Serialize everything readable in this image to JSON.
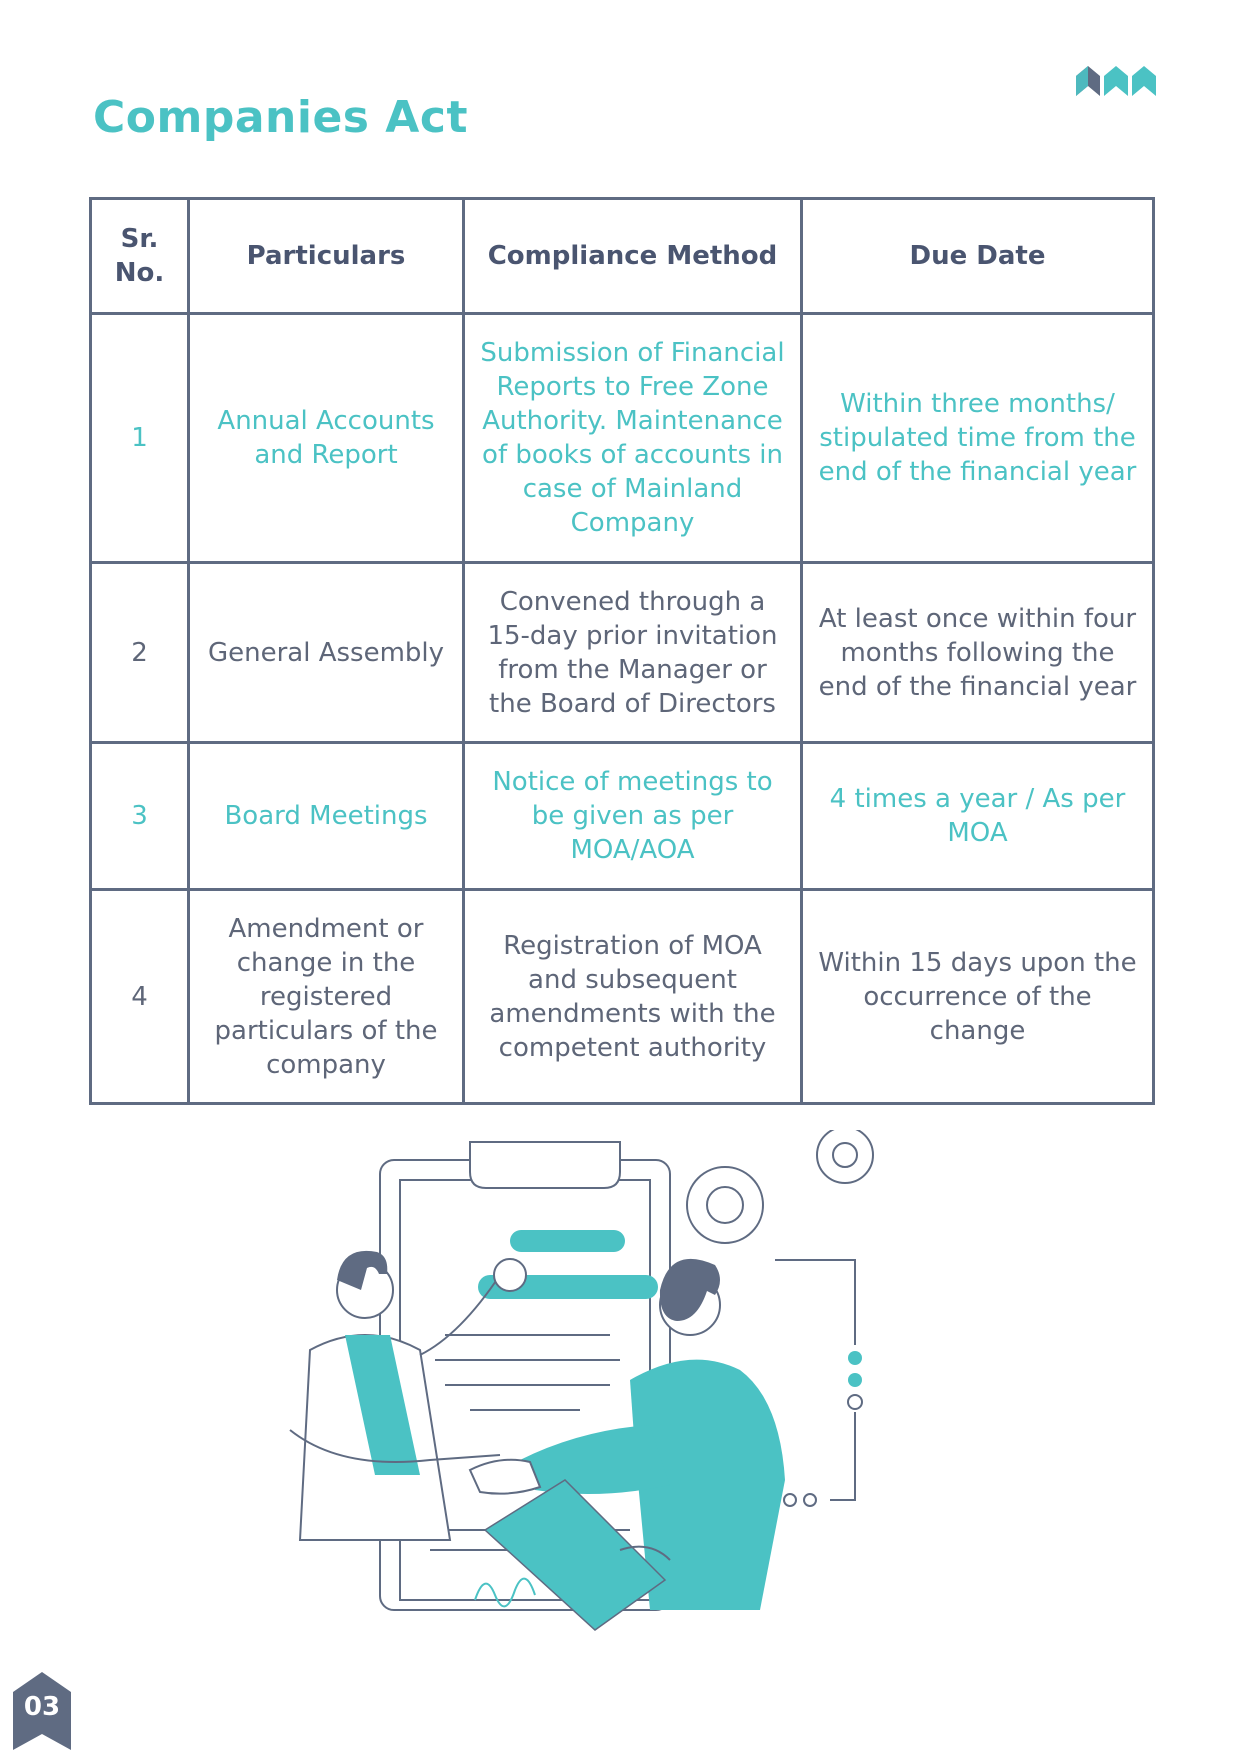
{
  "page": {
    "title": "Companies Act",
    "page_number": "03"
  },
  "table": {
    "headers": [
      "Sr. No.",
      "Particulars",
      "Compliance Method",
      "Due Date"
    ],
    "rows": [
      {
        "sr": "1",
        "particulars": "Annual Accounts and Report",
        "method": "Submission of Financial Reports to Free Zone Authority. Maintenance of books of accounts in case of Mainland Company",
        "due": "Within three months/ stipulated time from the end of the financial year",
        "highlight": true
      },
      {
        "sr": "2",
        "particulars": "General Assembly",
        "method": "Convened through a 15-day prior invitation from the Manager or the Board of Directors",
        "due": "At least once within four months following the end of the financial year",
        "highlight": false
      },
      {
        "sr": "3",
        "particulars": "Board Meetings",
        "method": "Notice of meetings to be given as per MOA/AOA",
        "due": "4 times a year / As per MOA",
        "highlight": true
      },
      {
        "sr": "4",
        "particulars": "Amendment or change in the registered particulars of the company",
        "method": "Registration of MOA and subsequent amendments with the competent authority",
        "due": "Within 15 days upon the occurrence of the change",
        "highlight": false
      }
    ]
  },
  "colors": {
    "accent": "#4bc2c4",
    "border": "#5f6b82",
    "text": "#5e6678",
    "header_text": "#4a5570"
  },
  "icons": {
    "logo": "triple-chevron-logo",
    "illustration": "handshake-contract-illustration",
    "page_badge": "bookmark-badge"
  }
}
